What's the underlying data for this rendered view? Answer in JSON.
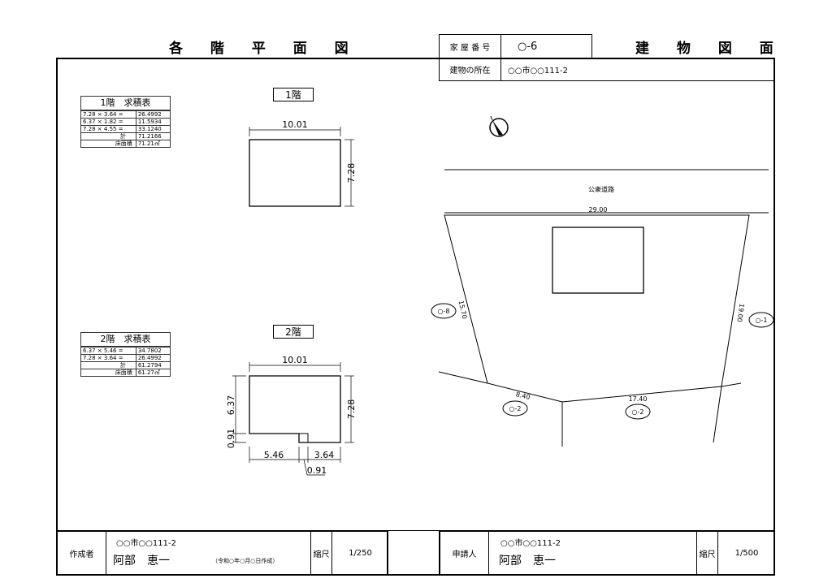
{
  "header": {
    "left_title": "各 階 平 面 図",
    "right_title": "建 物 図 面",
    "house_number_label": "家 屋 番 号",
    "house_number": "○-6",
    "location_label": "建物の所在",
    "location": "○○市○○111-2"
  },
  "floor1": {
    "label": "1階",
    "table_title": "1階　求積表",
    "rows": [
      {
        "formula": "7.28 × 3.64 =",
        "value": "26.4992"
      },
      {
        "formula": "6.37 × 1.82 =",
        "value": "11.5934"
      },
      {
        "formula": "7.28 × 4.55 =",
        "value": "33.1240"
      }
    ],
    "total_label": "計",
    "total": "71.2166",
    "floor_area_label": "床面積",
    "floor_area": "71.21㎡",
    "dims": {
      "width": "10.01",
      "height": "7.28"
    }
  },
  "floor2": {
    "label": "2階",
    "table_title": "2階　求積表",
    "rows": [
      {
        "formula": "6.37 × 5.46 =",
        "value": "34.7802"
      },
      {
        "formula": "7.28 × 3.64 =",
        "value": "26.4992"
      }
    ],
    "total_label": "計",
    "total": "61.2794",
    "floor_area_label": "床面積",
    "floor_area": "61.27㎡",
    "dims": {
      "width": "10.01",
      "height": "7.28",
      "left_upper": "6.37",
      "left_lower": "0.91",
      "bottom_left": "5.46",
      "bottom_right": "3.64",
      "notch": "0.91"
    }
  },
  "site": {
    "road_label": "公衆道路",
    "dims": {
      "top": "29.00",
      "left": "15.70",
      "right": "19.00",
      "bottom_left": "8.40",
      "bottom_right": "17.40"
    },
    "neighbors": {
      "left": "○-8",
      "right": "○-1",
      "bottom_left": "○-2",
      "bottom_right": "○-2"
    },
    "compass_icon": "north-arrow-icon"
  },
  "footer_left": {
    "role_label": "作成者",
    "address": "○○市○○111-2",
    "name": "阿部　恵一",
    "date_note": "（令和○年○月○日作成）",
    "scale_label": "縮尺",
    "scale": "1/250"
  },
  "footer_right": {
    "role_label": "申請人",
    "address": "○○市○○111-2",
    "name": "阿部　恵一",
    "scale_label": "縮尺",
    "scale": "1/500"
  }
}
